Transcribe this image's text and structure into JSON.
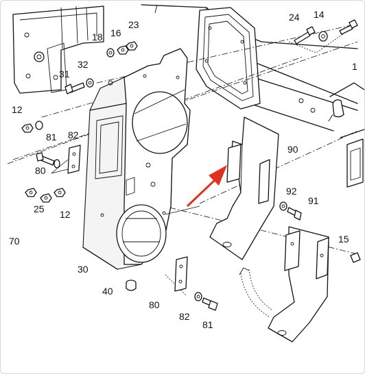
{
  "callouts": [
    {
      "id": "c24",
      "text": "24"
    },
    {
      "id": "c14",
      "text": "14"
    },
    {
      "id": "c1",
      "text": "1"
    },
    {
      "id": "c18",
      "text": "18"
    },
    {
      "id": "c16",
      "text": "16"
    },
    {
      "id": "c23",
      "text": "23"
    },
    {
      "id": "c31",
      "text": "31"
    },
    {
      "id": "c32",
      "text": "32"
    },
    {
      "id": "c12a",
      "text": "12"
    },
    {
      "id": "c81a",
      "text": "81"
    },
    {
      "id": "c82a",
      "text": "82"
    },
    {
      "id": "c80a",
      "text": "80"
    },
    {
      "id": "c25",
      "text": "25"
    },
    {
      "id": "c12b",
      "text": "12"
    },
    {
      "id": "c70",
      "text": "70"
    },
    {
      "id": "c90",
      "text": "90"
    },
    {
      "id": "c92",
      "text": "92"
    },
    {
      "id": "c91",
      "text": "91"
    },
    {
      "id": "c15",
      "text": "15"
    },
    {
      "id": "c30",
      "text": "30"
    },
    {
      "id": "c40",
      "text": "40"
    },
    {
      "id": "c80b",
      "text": "80"
    },
    {
      "id": "c82b",
      "text": "82"
    },
    {
      "id": "c81b",
      "text": "81"
    }
  ],
  "colors": {
    "line": "#111111",
    "background": "#ffffff",
    "arrow": "#e03020",
    "frame": "#d6d6d6"
  }
}
